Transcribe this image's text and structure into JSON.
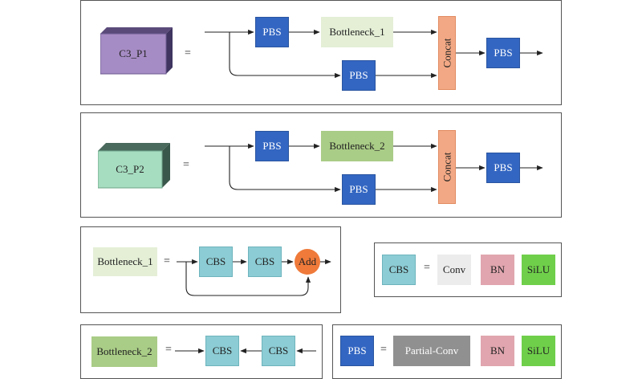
{
  "c3p1": {
    "label": "C3_P1",
    "equals": "=",
    "pbs_top": "PBS",
    "bottleneck": "Bottleneck_1",
    "pbs_bottom": "PBS",
    "concat": "Concat",
    "pbs_out": "PBS",
    "cube_color": "#a68cc4"
  },
  "c3p2": {
    "label": "C3_P2",
    "equals": "=",
    "pbs_top": "PBS",
    "bottleneck": "Bottleneck_2",
    "pbs_bottom": "PBS",
    "concat": "Concat",
    "pbs_out": "PBS",
    "cube_color": "#a6dcc0"
  },
  "bottleneck1": {
    "label": "Bottleneck_1",
    "equals": "=",
    "cbs_a": "CBS",
    "cbs_b": "CBS",
    "add": "Add"
  },
  "bottleneck2": {
    "label": "Bottleneck_2",
    "equals": "=",
    "cbs_a": "CBS",
    "cbs_b": "CBS"
  },
  "cbs_def": {
    "label": "CBS",
    "equals": "=",
    "conv": "Conv",
    "bn": "BN",
    "silu": "SiLU"
  },
  "pbs_def": {
    "label": "PBS",
    "equals": "=",
    "pconv": "Partial-Conv",
    "bn": "BN",
    "silu": "SiLU"
  },
  "colors": {
    "pbs": "#3366c2",
    "cbs": "#8cccd4",
    "bn": "#e0a5ae",
    "silu": "#6fcf4a",
    "concat": "#f2a884",
    "add": "#ef7a3a"
  }
}
